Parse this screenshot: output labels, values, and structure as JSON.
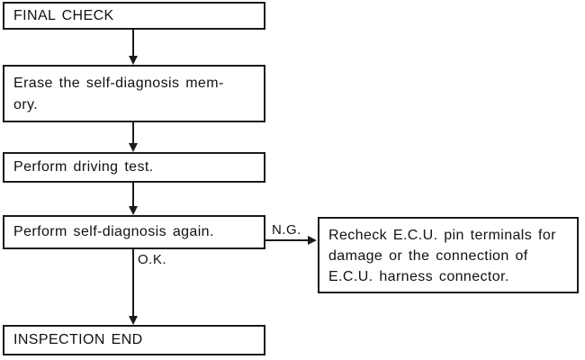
{
  "flowchart": {
    "nodes": {
      "final_check": {
        "label": "FINAL CHECK"
      },
      "erase_memory": {
        "lines": [
          "Erase the self-diagnosis mem-",
          "ory."
        ]
      },
      "driving_test": {
        "label": "Perform driving test."
      },
      "self_diagnosis": {
        "label": "Perform self-diagnosis again."
      },
      "recheck": {
        "lines": [
          "Recheck E.C.U. pin terminals for",
          "damage or the connection of",
          "E.C.U. harness connector."
        ]
      },
      "inspection_end": {
        "label": "INSPECTION END"
      }
    },
    "branch_labels": {
      "ok": "O.K.",
      "ng": "N.G."
    },
    "colors": {
      "line": "#1a1a1a",
      "text": "#111111",
      "background": "#ffffff"
    }
  }
}
